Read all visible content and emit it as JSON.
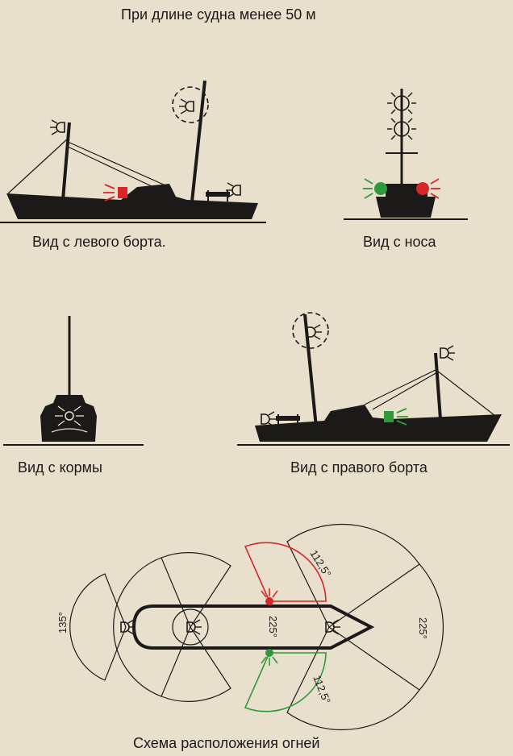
{
  "title": "При длине судна менее 50 м",
  "captions": {
    "port": "Вид с левого борта.",
    "bow": "Вид с носа",
    "stern": "Вид с кормы",
    "starboard": "Вид с правого борта",
    "scheme": "Схема расположения огней"
  },
  "angles": {
    "stern_arc": "135°",
    "masthead_arc": "225°",
    "masthead_inner": "225°",
    "red_arc": "112,5°",
    "green_arc": "112,5°"
  },
  "colors": {
    "background": "#e9dfcd",
    "ink": "#1b1a18",
    "red_light": "#d8262a",
    "green_light": "#2e9a3c"
  }
}
